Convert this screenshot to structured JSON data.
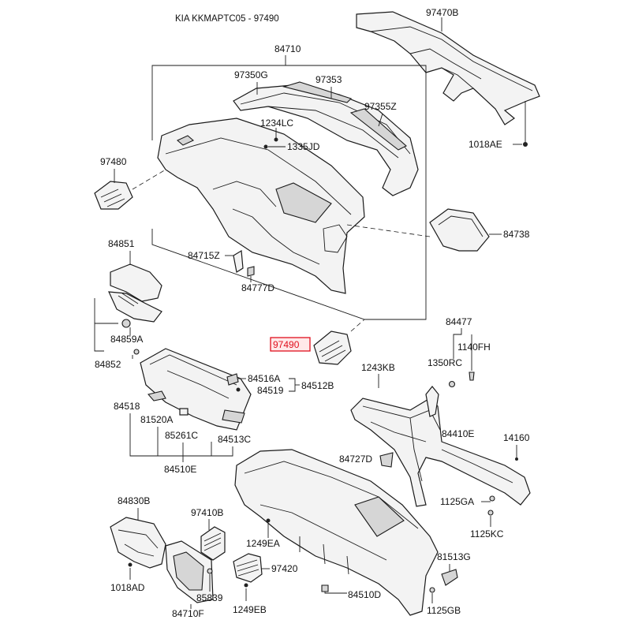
{
  "header": {
    "title": "KIA KKMAPTC05 - 97490"
  },
  "highlight": {
    "label": "97490",
    "color": "#e0101e"
  },
  "labels": {
    "p97470B": "97470B",
    "p1018AE": "1018AE",
    "p84710": "84710",
    "p97350G": "97350G",
    "p97353": "97353",
    "p97355Z": "97355Z",
    "p1234LC": "1234LC",
    "p1335JD": "1335JD",
    "p97480": "97480",
    "p84738": "84738",
    "p84851": "84851",
    "p84715Z": "84715Z",
    "p84777D": "84777D",
    "p84859A": "84859A",
    "p84852": "84852",
    "p84477": "84477",
    "p1140FH": "1140FH",
    "p1350RC": "1350RC",
    "p1243KB": "1243KB",
    "p84516A": "84516A",
    "p84519": "84519",
    "p84512B": "84512B",
    "p84518": "84518",
    "p81520A": "81520A",
    "p85261C": "85261C",
    "p84513C": "84513C",
    "p84510E": "84510E",
    "p84410E": "84410E",
    "p14160": "14160",
    "p84727D": "84727D",
    "p1125GA": "1125GA",
    "p1125KC": "1125KC",
    "p84830B": "84830B",
    "p97410B": "97410B",
    "p1249EA": "1249EA",
    "p97420": "97420",
    "p85839": "85839",
    "p1018AD": "1018AD",
    "p84710F": "84710F",
    "p1249EB": "1249EB",
    "p84510D": "84510D",
    "p81513G": "81513G",
    "p1125GB": "1125GB"
  }
}
